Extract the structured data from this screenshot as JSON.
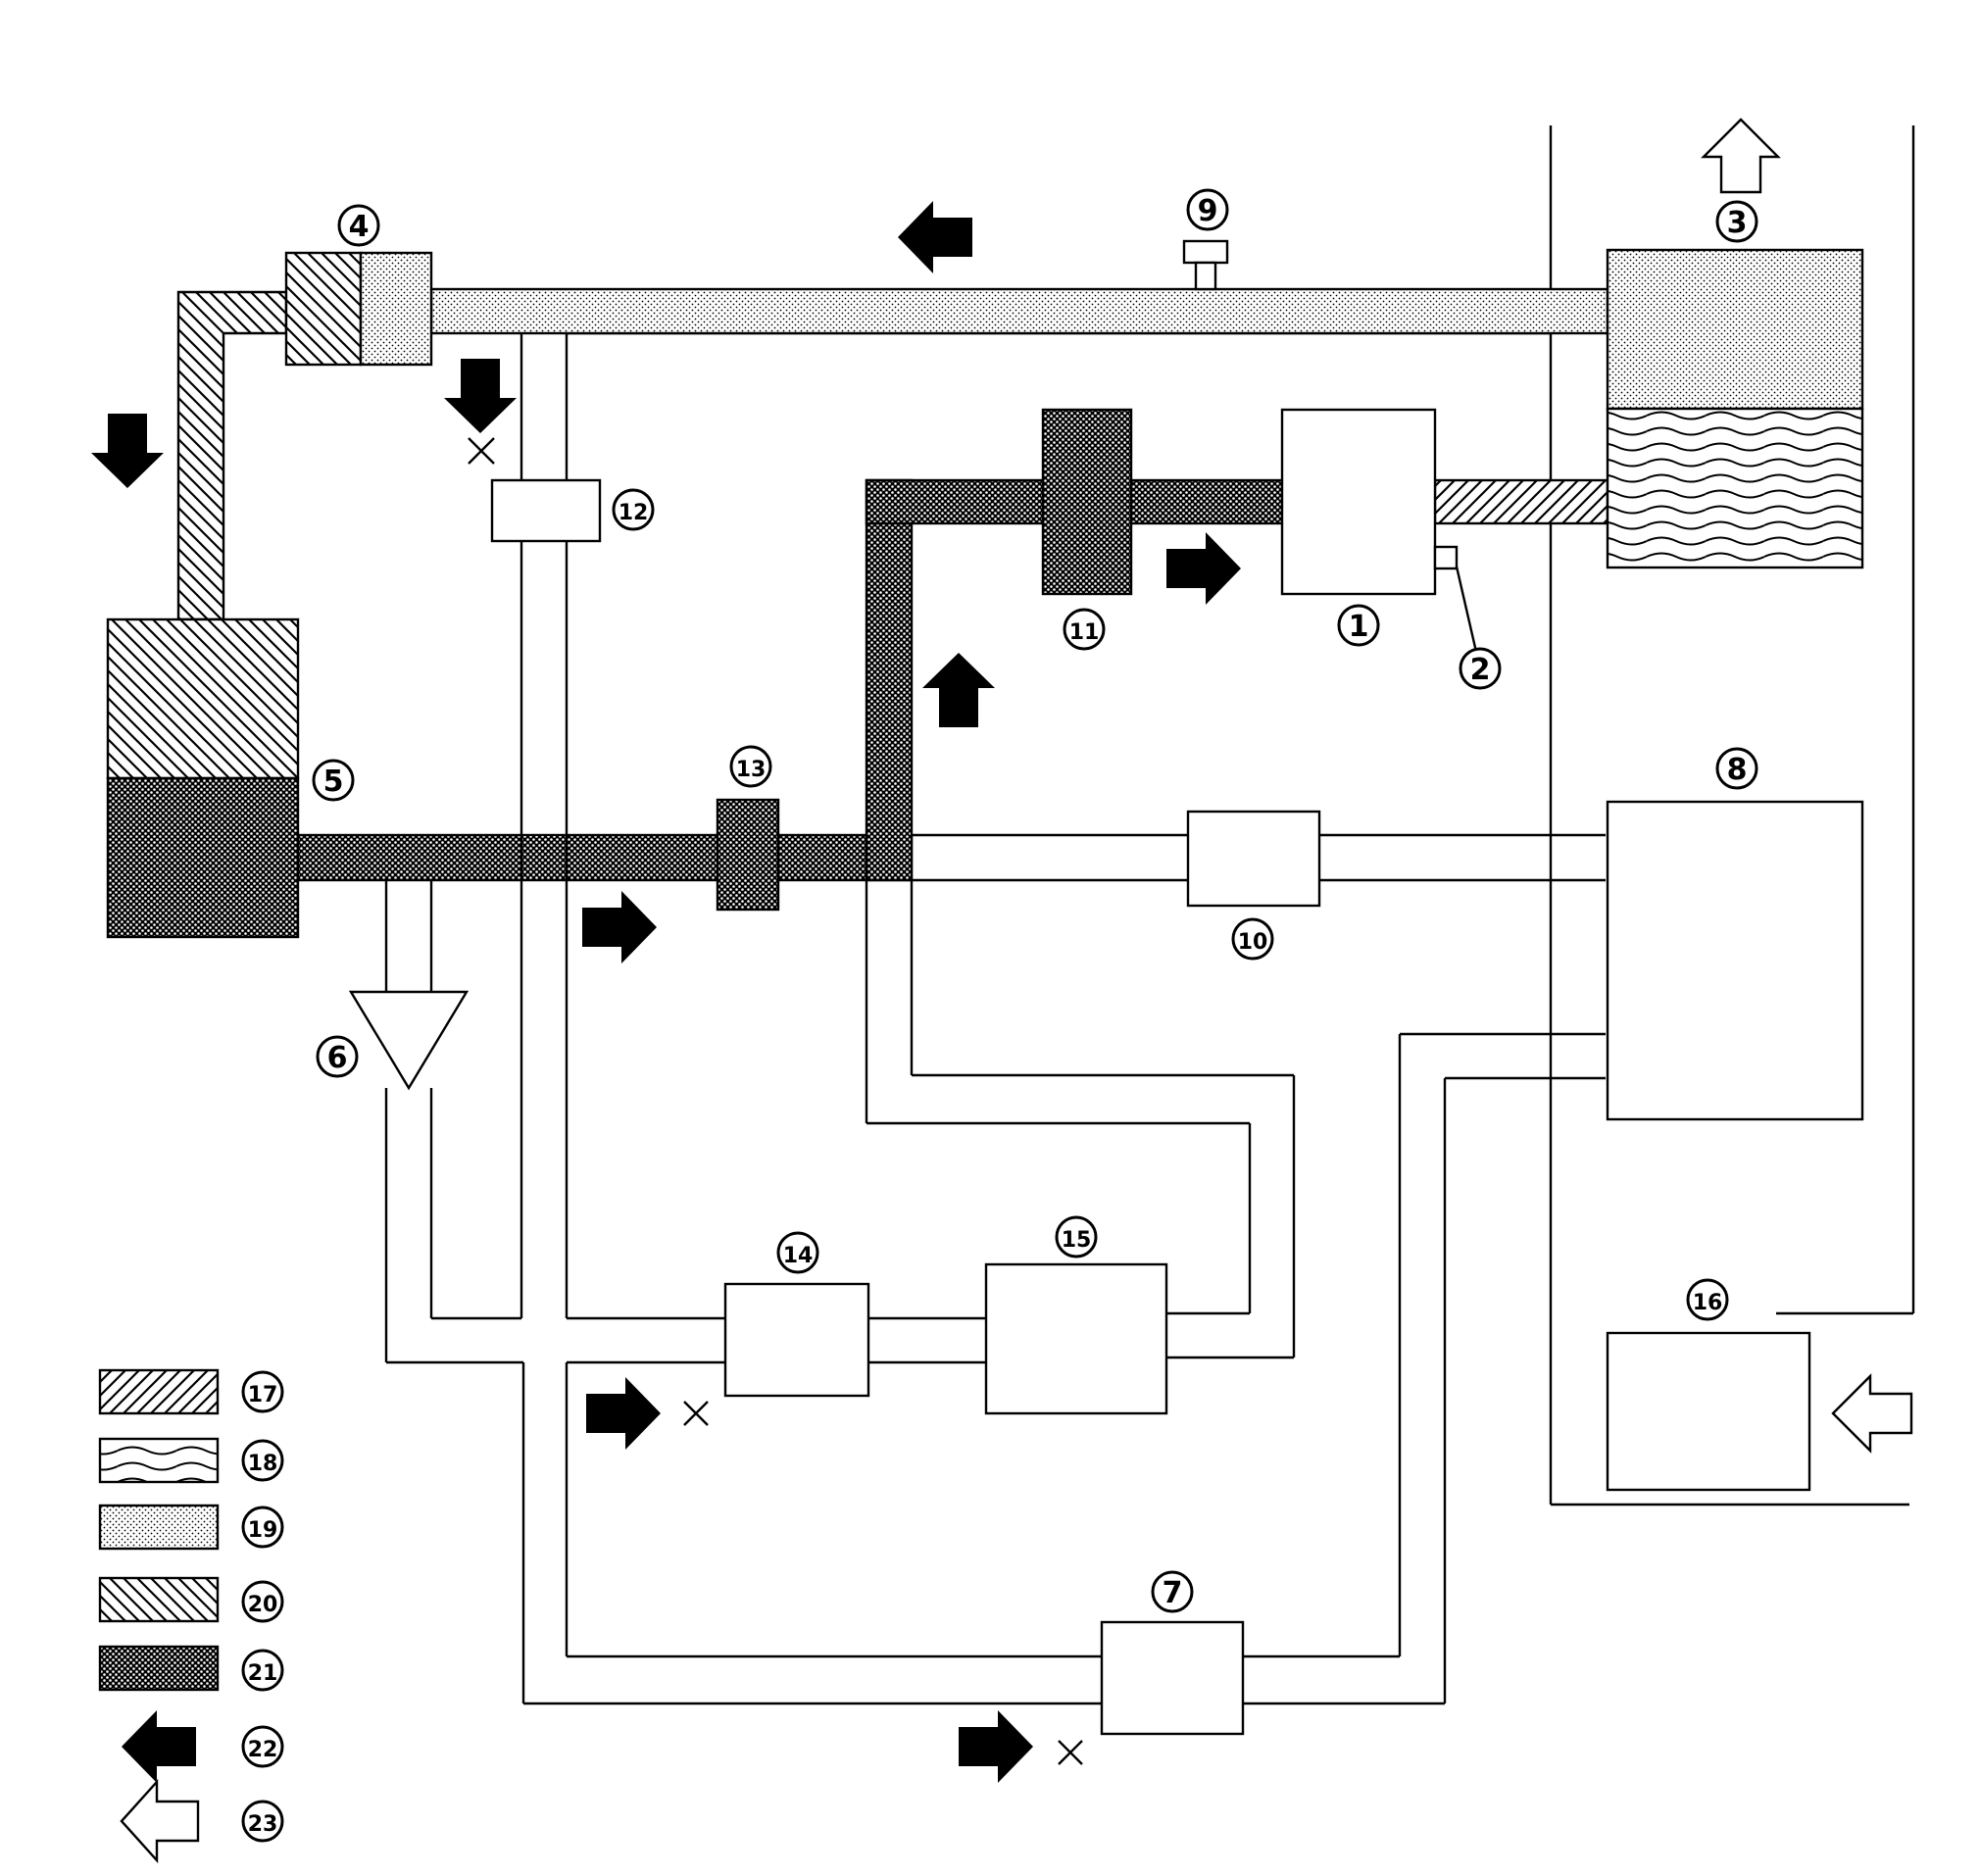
{
  "labels": {
    "l1": "1",
    "l2": "2",
    "l3": "3",
    "l4": "4",
    "l5": "5",
    "l6": "6",
    "l7": "7",
    "l8": "8",
    "l9": "9",
    "l10": "10",
    "l11": "11",
    "l12": "12",
    "l13": "13",
    "l14": "14",
    "l15": "15",
    "l16": "16",
    "l17": "17",
    "l18": "18",
    "l19": "19",
    "l20": "20",
    "l21": "21",
    "l22": "22",
    "l23": "23"
  },
  "legend": [
    {
      "pattern": "diagonal-hatch-forward",
      "label": "17"
    },
    {
      "pattern": "wave",
      "label": "18"
    },
    {
      "pattern": "light-dots",
      "label": "19"
    },
    {
      "pattern": "diagonal-hatch-back",
      "label": "20"
    },
    {
      "pattern": "dense-dots",
      "label": "21"
    },
    {
      "symbol": "solid-arrow",
      "label": "22"
    },
    {
      "symbol": "outline-arrow",
      "label": "23"
    }
  ],
  "colors": {
    "line": "#000000",
    "background": "#ffffff"
  }
}
